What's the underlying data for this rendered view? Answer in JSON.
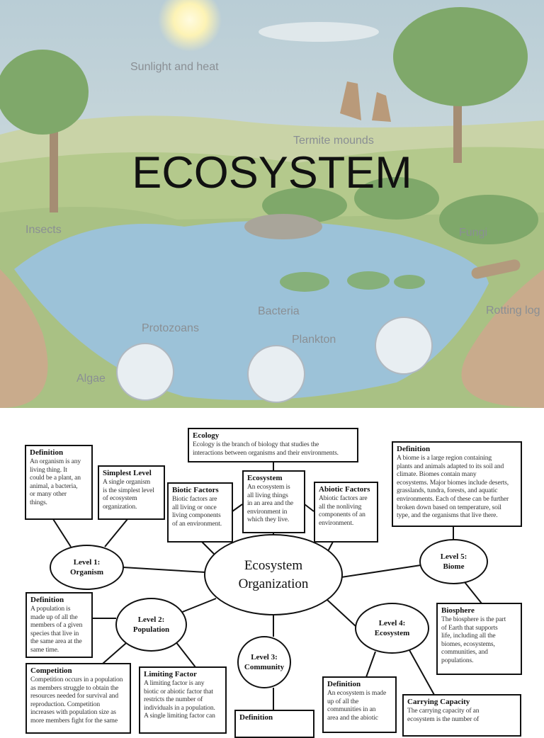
{
  "title": "ECOSYSTEM",
  "illustration_labels": {
    "sunlight": "Sunlight and heat",
    "termite": "Termite mounds",
    "insects": "Insects",
    "fungi": "Fungi",
    "rotting_log": "Rotting log",
    "bacteria": "Bacteria",
    "protozoans": "Protozoans",
    "plankton": "Plankton",
    "algae": "Algae"
  },
  "concept_map": {
    "center": "Ecosystem\nOrganization",
    "levels": {
      "level1": "Level 1:\nOrganism",
      "level2": "Level 2:\nPopulation",
      "level3": "Level 3:\nCommunity",
      "level4": "Level 4:\nEcosystem",
      "level5": "Level 5:\nBiome"
    },
    "boxes": {
      "ecology": {
        "title": "Ecology",
        "body": "Ecology is the branch of biology that studies the\ninteractions between organisms and their environments."
      },
      "organism_def": {
        "title": "Definition",
        "body": "An organism is any\nliving thing. It\ncould be a plant, an\nanimal, a bacteria,\nor many other\nthings."
      },
      "simplest": {
        "title": "Simplest Level",
        "body": "A single organism\nis the simplest level\nof ecosystem\norganization."
      },
      "biotic": {
        "title": "Biotic Factors",
        "body": "Biotic factors are\nall living or once\nliving components\nof an environment."
      },
      "ecosystem": {
        "title": "Ecosystem",
        "body": "An ecosystem is\nall living things\nin an area and the\nenvironment in\nwhich they live."
      },
      "abiotic": {
        "title": "Abiotic Factors",
        "body": "Abiotic factors are\nall the nonliving\ncomponents of an\nenvironment."
      },
      "biome_def": {
        "title": "Definition",
        "body": "A biome is a large region containing\nplants and animals adapted to its soil and\nclimate. Biomes contain many\necosystems. Major biomes include deserts,\ngrasslands, tundra, forests, and aquatic\nenvironments. Each of these can be further\nbroken down based on temperature, soil\ntype, and the organisms that live there."
      },
      "population_def": {
        "title": "Definition",
        "body": "A population is\nmade up of all the\nmembers of a given\nspecies that live in\nthe same area at the\nsame time."
      },
      "biosphere": {
        "title": "Biosphere",
        "body": "The biosphere is the part\nof Earth that supports\nlife, including all the\nbiomes, ecosystems,\ncommunities, and\npopulations."
      },
      "competition": {
        "title": "Competition",
        "body": "Competition occurs in a population\nas members struggle to obtain the\nresources needed for survival and\nreproduction. Competition\nincreases with population size as\nmore members fight for the same"
      },
      "limiting": {
        "title": "Limiting Factor",
        "body": "A limiting factor is any\nbiotic or abiotic factor that\nrestricts the number of\nindividuals in a population.\nA single limiting factor can"
      },
      "community_def": {
        "title": "Definition",
        "body": ""
      },
      "ecosystem_def": {
        "title": "Definition",
        "body": "An ecosystem is made\nup of all the\ncommunities in an\narea and the abiotic"
      },
      "carrying": {
        "title": "Carrying Capacity",
        "body": "The carrying capacity of an\necosystem is the number of"
      }
    }
  }
}
